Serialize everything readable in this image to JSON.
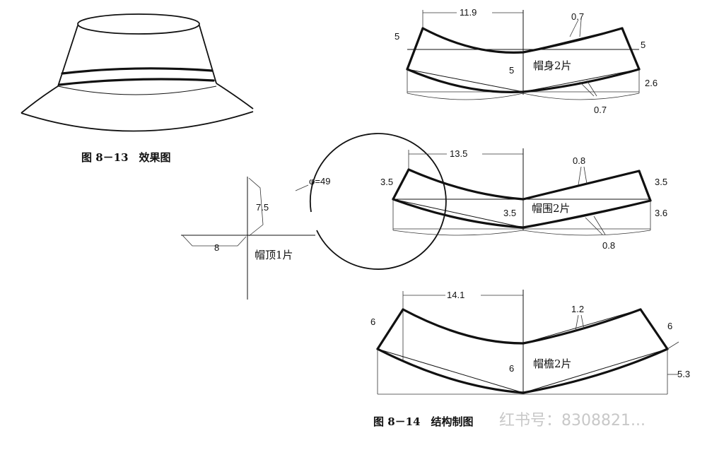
{
  "captions": {
    "fig13": "图 8－13　效果图",
    "fig14": "图 8－14　结构制图"
  },
  "crown_top": {
    "label": "帽顶1片",
    "diameter": "φ=49",
    "dim_vertical": "7.5",
    "dim_horizontal": "8"
  },
  "body_piece": {
    "label": "帽身2片",
    "top_width": "11.9",
    "left_height": "5",
    "right_height": "5",
    "center_height": "5",
    "top_offset": "0.7",
    "bottom_offset": "0.7",
    "bottom_right": "2.6"
  },
  "band_piece": {
    "label": "帽围2片",
    "top_width": "13.5",
    "left_height": "3.5",
    "right_height": "3.5",
    "center_height": "3.5",
    "top_offset": "0.8",
    "bottom_offset": "0.8",
    "bottom_right": "3.6"
  },
  "brim_piece": {
    "label": "帽檐2片",
    "top_width": "14.1",
    "left_height": "6",
    "right_height": "6",
    "center_height": "6",
    "top_offset": "1.2",
    "bottom_right": "5.3"
  },
  "watermark": {
    "text": "红书号：8308821..."
  }
}
